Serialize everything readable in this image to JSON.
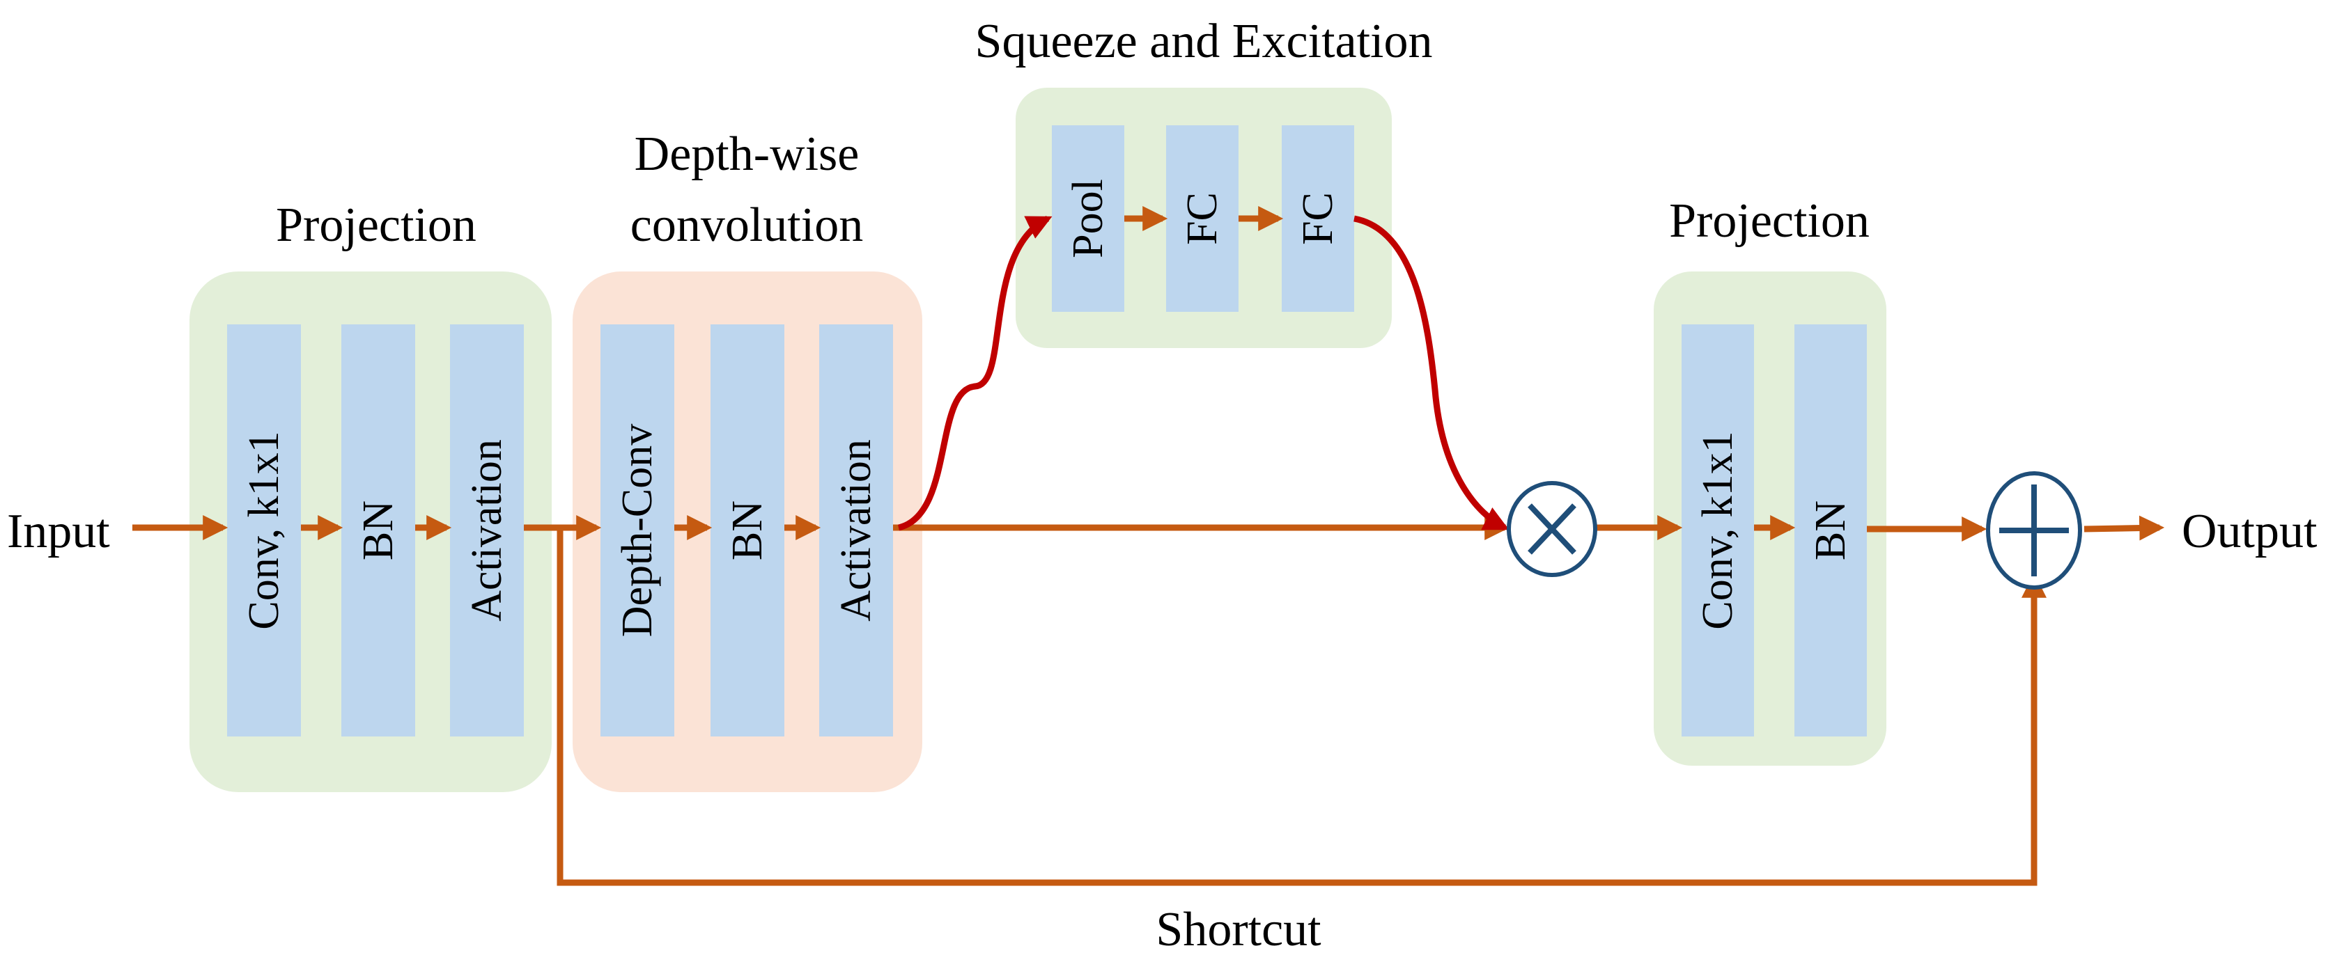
{
  "colors": {
    "group_green": "#e3efd9",
    "group_peach": "#fbe3d6",
    "layer_blue": "#bdd6ee",
    "arrow_orange": "#c55a11",
    "arrow_red": "#c00000",
    "operator_stroke": "#1f4e79"
  },
  "labels": {
    "input": "Input",
    "output": "Output",
    "shortcut": "Shortcut",
    "projection1_title": "Projection",
    "depthwise_title_line1": "Depth-wise",
    "depthwise_title_line2": "convolution",
    "se_title": "Squeeze and Excitation",
    "projection2_title": "Projection"
  },
  "blocks": {
    "projection1": [
      "Conv, k1x1",
      "BN",
      "Activation"
    ],
    "depthwise": [
      "Depth-Conv",
      "BN",
      "Activation"
    ],
    "se": [
      "Pool",
      "FC",
      "FC"
    ],
    "projection2": [
      "Conv, k1x1",
      "BN"
    ]
  },
  "operators": {
    "multiply": "multiply-operator",
    "add": "add-operator"
  }
}
